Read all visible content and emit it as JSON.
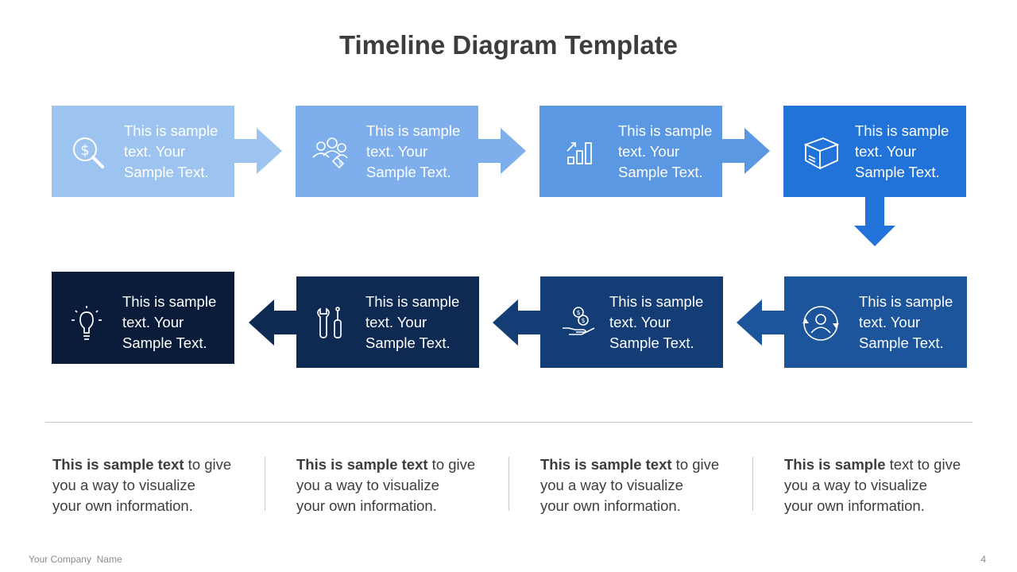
{
  "title": "Timeline Diagram Template",
  "colors": {
    "step1": "#9dc3f0",
    "step2": "#7eaeeb",
    "step3": "#5b98e3",
    "step4": "#2273d9",
    "step5": "#1c559b",
    "step6": "#143d76",
    "step7": "#0e2a53",
    "step8": "#0b1c3a"
  },
  "steps": [
    {
      "icon": "dollar-search-icon",
      "line1": "This is sample",
      "line2": "text. Your",
      "line3": "Sample Text."
    },
    {
      "icon": "people-price-tag-icon",
      "line1": "This is sample",
      "line2": "text. Your",
      "line3": "Sample Text."
    },
    {
      "icon": "growth-chart-icon",
      "line1": "This is sample",
      "line2": "text. Your",
      "line3": "Sample Text."
    },
    {
      "icon": "package-box-icon",
      "line1": "This is sample",
      "line2": "text. Your",
      "line3": "Sample Text."
    },
    {
      "icon": "user-cycle-icon",
      "line1": "This is sample",
      "line2": "text. Your",
      "line3": "Sample Text."
    },
    {
      "icon": "hand-coins-icon",
      "line1": "This is sample",
      "line2": "text. Your",
      "line3": "Sample Text."
    },
    {
      "icon": "tools-icon",
      "line1": "This is sample",
      "line2": "text. Your",
      "line3": "Sample Text."
    },
    {
      "icon": "lightbulb-icon",
      "line1": "This is sample",
      "line2": "text. Your",
      "line3": "Sample Text."
    }
  ],
  "notes": [
    {
      "bold": "This is sample text",
      "rest1": " to give",
      "line2": "you a way to visualize",
      "line3": "your own information."
    },
    {
      "bold": "This is sample text",
      "rest1": " to give",
      "line2": "you a way to visualize",
      "line3": "your own information."
    },
    {
      "bold": "This is sample text",
      "rest1": " to give",
      "line2": "you a way to visualize",
      "line3": "your own information."
    },
    {
      "bold": "This is sample",
      "rest1": " text to give",
      "line2": "you a way to visualize",
      "line3": "your own information."
    }
  ],
  "footer": {
    "company": "Your Company  Name",
    "page": "4"
  }
}
